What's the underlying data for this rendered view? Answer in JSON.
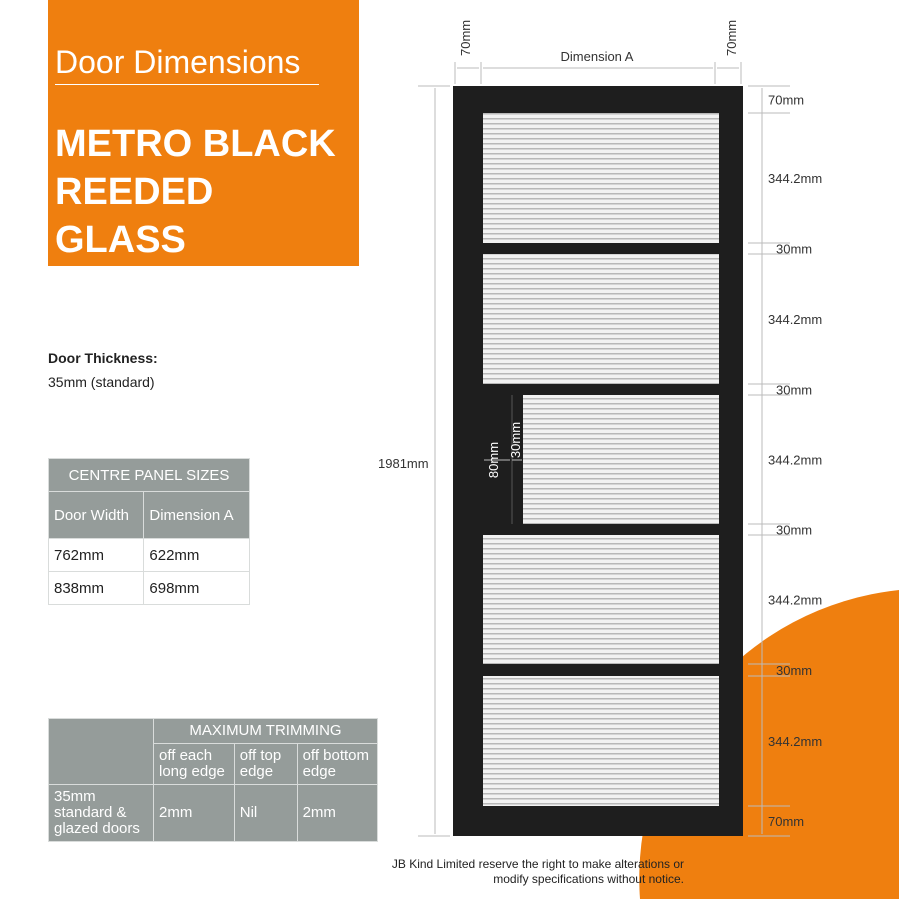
{
  "header": {
    "subtitle": "Door Dimensions",
    "title_lines": [
      "METRO BLACK",
      "REEDED",
      "GLASS"
    ]
  },
  "thickness": {
    "label": "Door Thickness:",
    "value": "35mm (standard)"
  },
  "centre_panel": {
    "title": "CENTRE PANEL SIZES",
    "headers": [
      "Door Width",
      "Dimension A"
    ],
    "rows": [
      [
        "762mm",
        "622mm"
      ],
      [
        "838mm",
        "698mm"
      ]
    ]
  },
  "trimming": {
    "title": "MAXIMUM TRIMMING",
    "headers": [
      "off each long edge",
      "off top edge",
      "off bottom edge"
    ],
    "row_label": "35mm standard & glazed doors",
    "values": [
      "2mm",
      "Nil",
      "2mm"
    ]
  },
  "drawing": {
    "top_left": "70mm",
    "dimension_a": "Dimension A",
    "top_right": "70mm",
    "height": "1981mm",
    "right": [
      "70mm",
      "344.2mm",
      "30mm",
      "344.2mm",
      "30mm",
      "344.2mm",
      "30mm",
      "344.2mm",
      "30mm",
      "344.2mm",
      "70mm"
    ],
    "inner_80": "80mm",
    "inner_30": "30mm"
  },
  "disclaimer": [
    "JB Kind Limited reserve the right to make alterations or",
    "modify specifications without notice."
  ],
  "colors": {
    "accent": "#ef7f0f",
    "table_grey": "#959c9a",
    "door": "#1e1e1e"
  }
}
